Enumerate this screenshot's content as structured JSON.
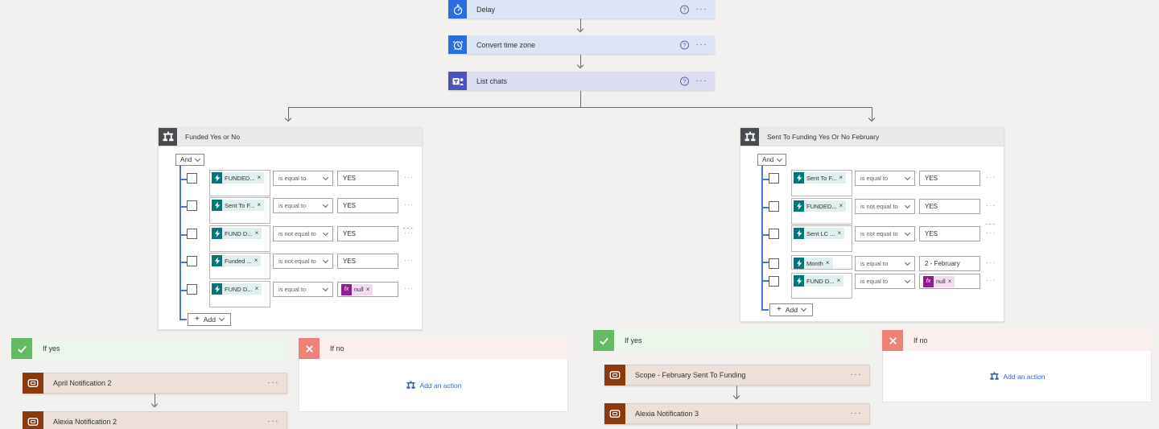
{
  "glyphs": {
    "more": "···",
    "help": "?",
    "close": "×",
    "plus": "+",
    "fx": "fx"
  },
  "colors": {
    "canvas": "#f2f1f0",
    "schedule_blue": "#2b6de0",
    "schedule_card": "#dbe5f6",
    "teams_purple": "#4b53bc",
    "teams_card": "#dcddf2",
    "condition_icon_gray": "#484c51",
    "yes_green": "#63bb63",
    "yes_header": "#ecf7ec",
    "no_salmon": "#ef8277",
    "no_header": "#fcefef",
    "scope_rust": "#8a3a0f",
    "scope_card": "#ece0d8",
    "pill_teal": "#047578",
    "pill_bg": "#e0efef",
    "expression_magenta": "#941c8f",
    "expression_pill_bg": "#f3daf1",
    "link_blue": "#3565cf",
    "group_line_blue": "#4677d2"
  },
  "top_actions": [
    {
      "title": "Delay"
    },
    {
      "title": "Convert time zone"
    },
    {
      "title": "List chats"
    }
  ],
  "conditions": [
    {
      "title": "Funded Yes or No",
      "join": "And",
      "add_label": "Add",
      "rows": [
        {
          "field": "FUNDED...",
          "op": "is equal to",
          "value": "YES"
        },
        {
          "field": "Sent To F...",
          "op": "is equal to",
          "value": "YES"
        },
        {
          "field": "FUND D...",
          "op": "is not equal to",
          "value": "YES"
        },
        {
          "field": "Funded ...",
          "op": "is not equal to",
          "value": "YES"
        },
        {
          "field": "FUND D...",
          "op": "is equal to",
          "value": "null"
        }
      ]
    },
    {
      "title": "Sent To Funding Yes Or No February",
      "join": "And",
      "add_label": "Add",
      "rows": [
        {
          "field": "Sent To F...",
          "op": "is equal to",
          "value": "YES"
        },
        {
          "field": "FUNDED...",
          "op": "is not equal to",
          "value": "YES"
        },
        {
          "field": "Sent LC ...",
          "op": "is not equal to",
          "value": "YES"
        },
        {
          "field": "Month",
          "op": "is equal to",
          "value": "2 - February"
        },
        {
          "field": "FUND D...",
          "op": "is equal to",
          "value": "null"
        }
      ]
    }
  ],
  "branches": {
    "left_yes": {
      "label": "If yes",
      "actions": [
        {
          "title": "April Notification 2"
        },
        {
          "title": "Alexia Notification 2"
        }
      ]
    },
    "left_no": {
      "label": "If no",
      "add_action_label": "Add an action"
    },
    "right_yes": {
      "label": "If yes",
      "actions": [
        {
          "title": "Scope - February Sent To Funding"
        },
        {
          "title": "Alexia Notification 3"
        }
      ]
    },
    "right_no": {
      "label": "If no",
      "add_action_label": "Add an action"
    }
  }
}
